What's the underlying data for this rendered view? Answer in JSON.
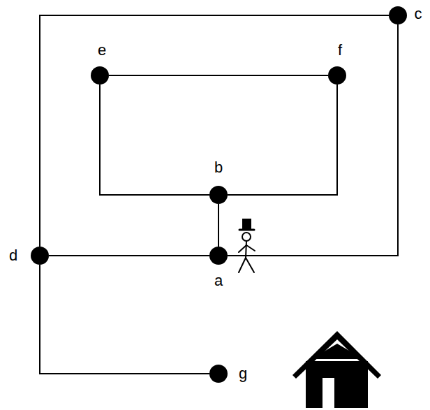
{
  "diagram": {
    "nodes": [
      {
        "text": [
          "c"
        ]
      },
      {
        "text": [
          "e"
        ]
      },
      {
        "text": [
          "f"
        ]
      },
      {
        "text": [
          "b"
        ]
      },
      {
        "text": [
          "d"
        ]
      },
      {
        "text": [
          "a"
        ]
      },
      {
        "text": [
          "g"
        ]
      }
    ],
    "edges": [
      {
        "from": 1,
        "to": 2,
        "arrow": "none"
      },
      {
        "from": 1,
        "to": 3,
        "arrow": "none"
      },
      {
        "from": 2,
        "to": 3,
        "arrow": "none"
      },
      {
        "from": 3,
        "to": 5,
        "arrow": "none"
      },
      {
        "from": 4,
        "to": 5,
        "arrow": "none"
      },
      {
        "from": 5,
        "to": 0,
        "arrow": "none"
      },
      {
        "from": 4,
        "to": 0,
        "arrow": "none"
      },
      {
        "from": 4,
        "to": 6,
        "arrow": "none"
      }
    ]
  }
}
